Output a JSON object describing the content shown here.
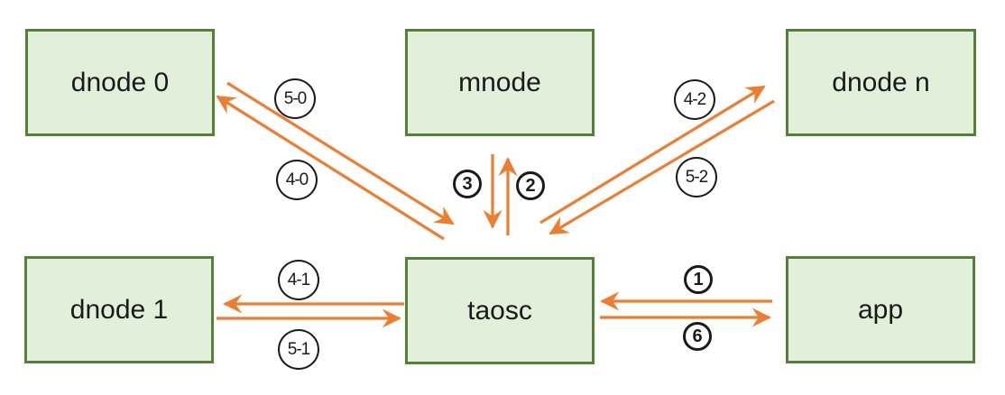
{
  "diagram": {
    "nodes": {
      "dnode0": {
        "label": "dnode 0"
      },
      "mnode": {
        "label": "mnode"
      },
      "dnoden": {
        "label": "dnode n"
      },
      "dnode1": {
        "label": "dnode 1"
      },
      "taosc": {
        "label": "taosc"
      },
      "app": {
        "label": "app"
      }
    },
    "edges": [
      {
        "id": "5-0",
        "label": "5-0",
        "from": "dnode0",
        "to": "taosc"
      },
      {
        "id": "4-0",
        "label": "4-0",
        "from": "taosc",
        "to": "dnode0"
      },
      {
        "id": "3",
        "label": "3",
        "from": "mnode",
        "to": "taosc"
      },
      {
        "id": "2",
        "label": "2",
        "from": "taosc",
        "to": "mnode"
      },
      {
        "id": "4-2",
        "label": "4-2",
        "from": "taosc",
        "to": "dnoden"
      },
      {
        "id": "5-2",
        "label": "5-2",
        "from": "dnoden",
        "to": "taosc"
      },
      {
        "id": "4-1",
        "label": "4-1",
        "from": "taosc",
        "to": "dnode1"
      },
      {
        "id": "5-1",
        "label": "5-1",
        "from": "dnode1",
        "to": "taosc"
      },
      {
        "id": "1",
        "label": "1",
        "from": "app",
        "to": "taosc"
      },
      {
        "id": "6",
        "label": "6",
        "from": "taosc",
        "to": "app"
      }
    ],
    "colors": {
      "background": "#ffffff",
      "node_fill": "#e2efda",
      "node_border": "#538135",
      "arrow": "#ed7d31",
      "circle_border": "#1a1a1a",
      "text": "#1a1a1a"
    }
  }
}
